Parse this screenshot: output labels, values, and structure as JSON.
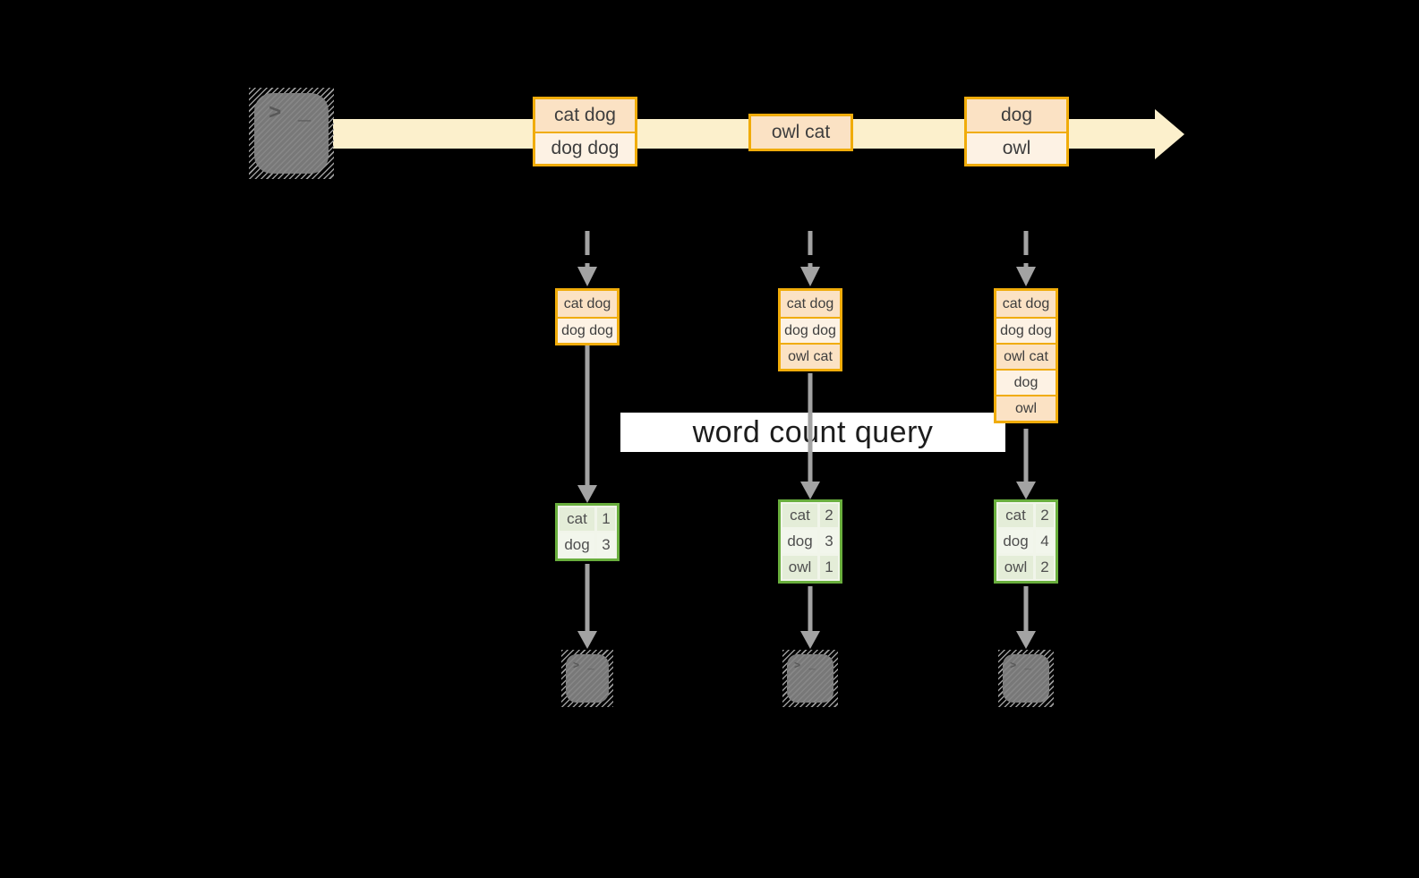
{
  "colors": {
    "orange": "#f0ac0a",
    "peach_dark": "#fbe2c4",
    "peach_light": "#fdf2e4",
    "cream": "#fcf0cc",
    "green": "#69ae3d",
    "green_cell_dark": "#e4edd8",
    "green_cell_light": "#f2f6ec",
    "green_gap": "#f1f5ea",
    "arrow_gray": "#a3a3a3",
    "terminal_gray": "#7e7e7e",
    "text_dark": "#3e3e3e",
    "query_text": "#1c1c1c",
    "query_bg": "#ffffff",
    "background": "#000000"
  },
  "icons": {
    "terminal_prompt": "> _"
  },
  "query": {
    "label": "word count query"
  },
  "stream": {
    "events": [
      {
        "cells": [
          {
            "text": "cat dog"
          },
          {
            "text": "dog dog"
          }
        ]
      },
      {
        "cells": [
          {
            "text": "owl cat"
          }
        ]
      },
      {
        "cells": [
          {
            "text": "dog"
          },
          {
            "text": "owl"
          }
        ]
      }
    ]
  },
  "columns": [
    {
      "buffer": [
        "cat dog",
        "dog dog"
      ],
      "counts": [
        {
          "word": "cat",
          "count": "1"
        },
        {
          "word": "dog",
          "count": "3"
        }
      ]
    },
    {
      "buffer": [
        "cat dog",
        "dog dog",
        "owl cat"
      ],
      "counts": [
        {
          "word": "cat",
          "count": "2"
        },
        {
          "word": "dog",
          "count": "3"
        },
        {
          "word": "owl",
          "count": "1"
        }
      ]
    },
    {
      "buffer": [
        "cat dog",
        "dog dog",
        "owl cat",
        "dog",
        "owl"
      ],
      "counts": [
        {
          "word": "cat",
          "count": "2"
        },
        {
          "word": "dog",
          "count": "4"
        },
        {
          "word": "owl",
          "count": "2"
        }
      ]
    }
  ]
}
